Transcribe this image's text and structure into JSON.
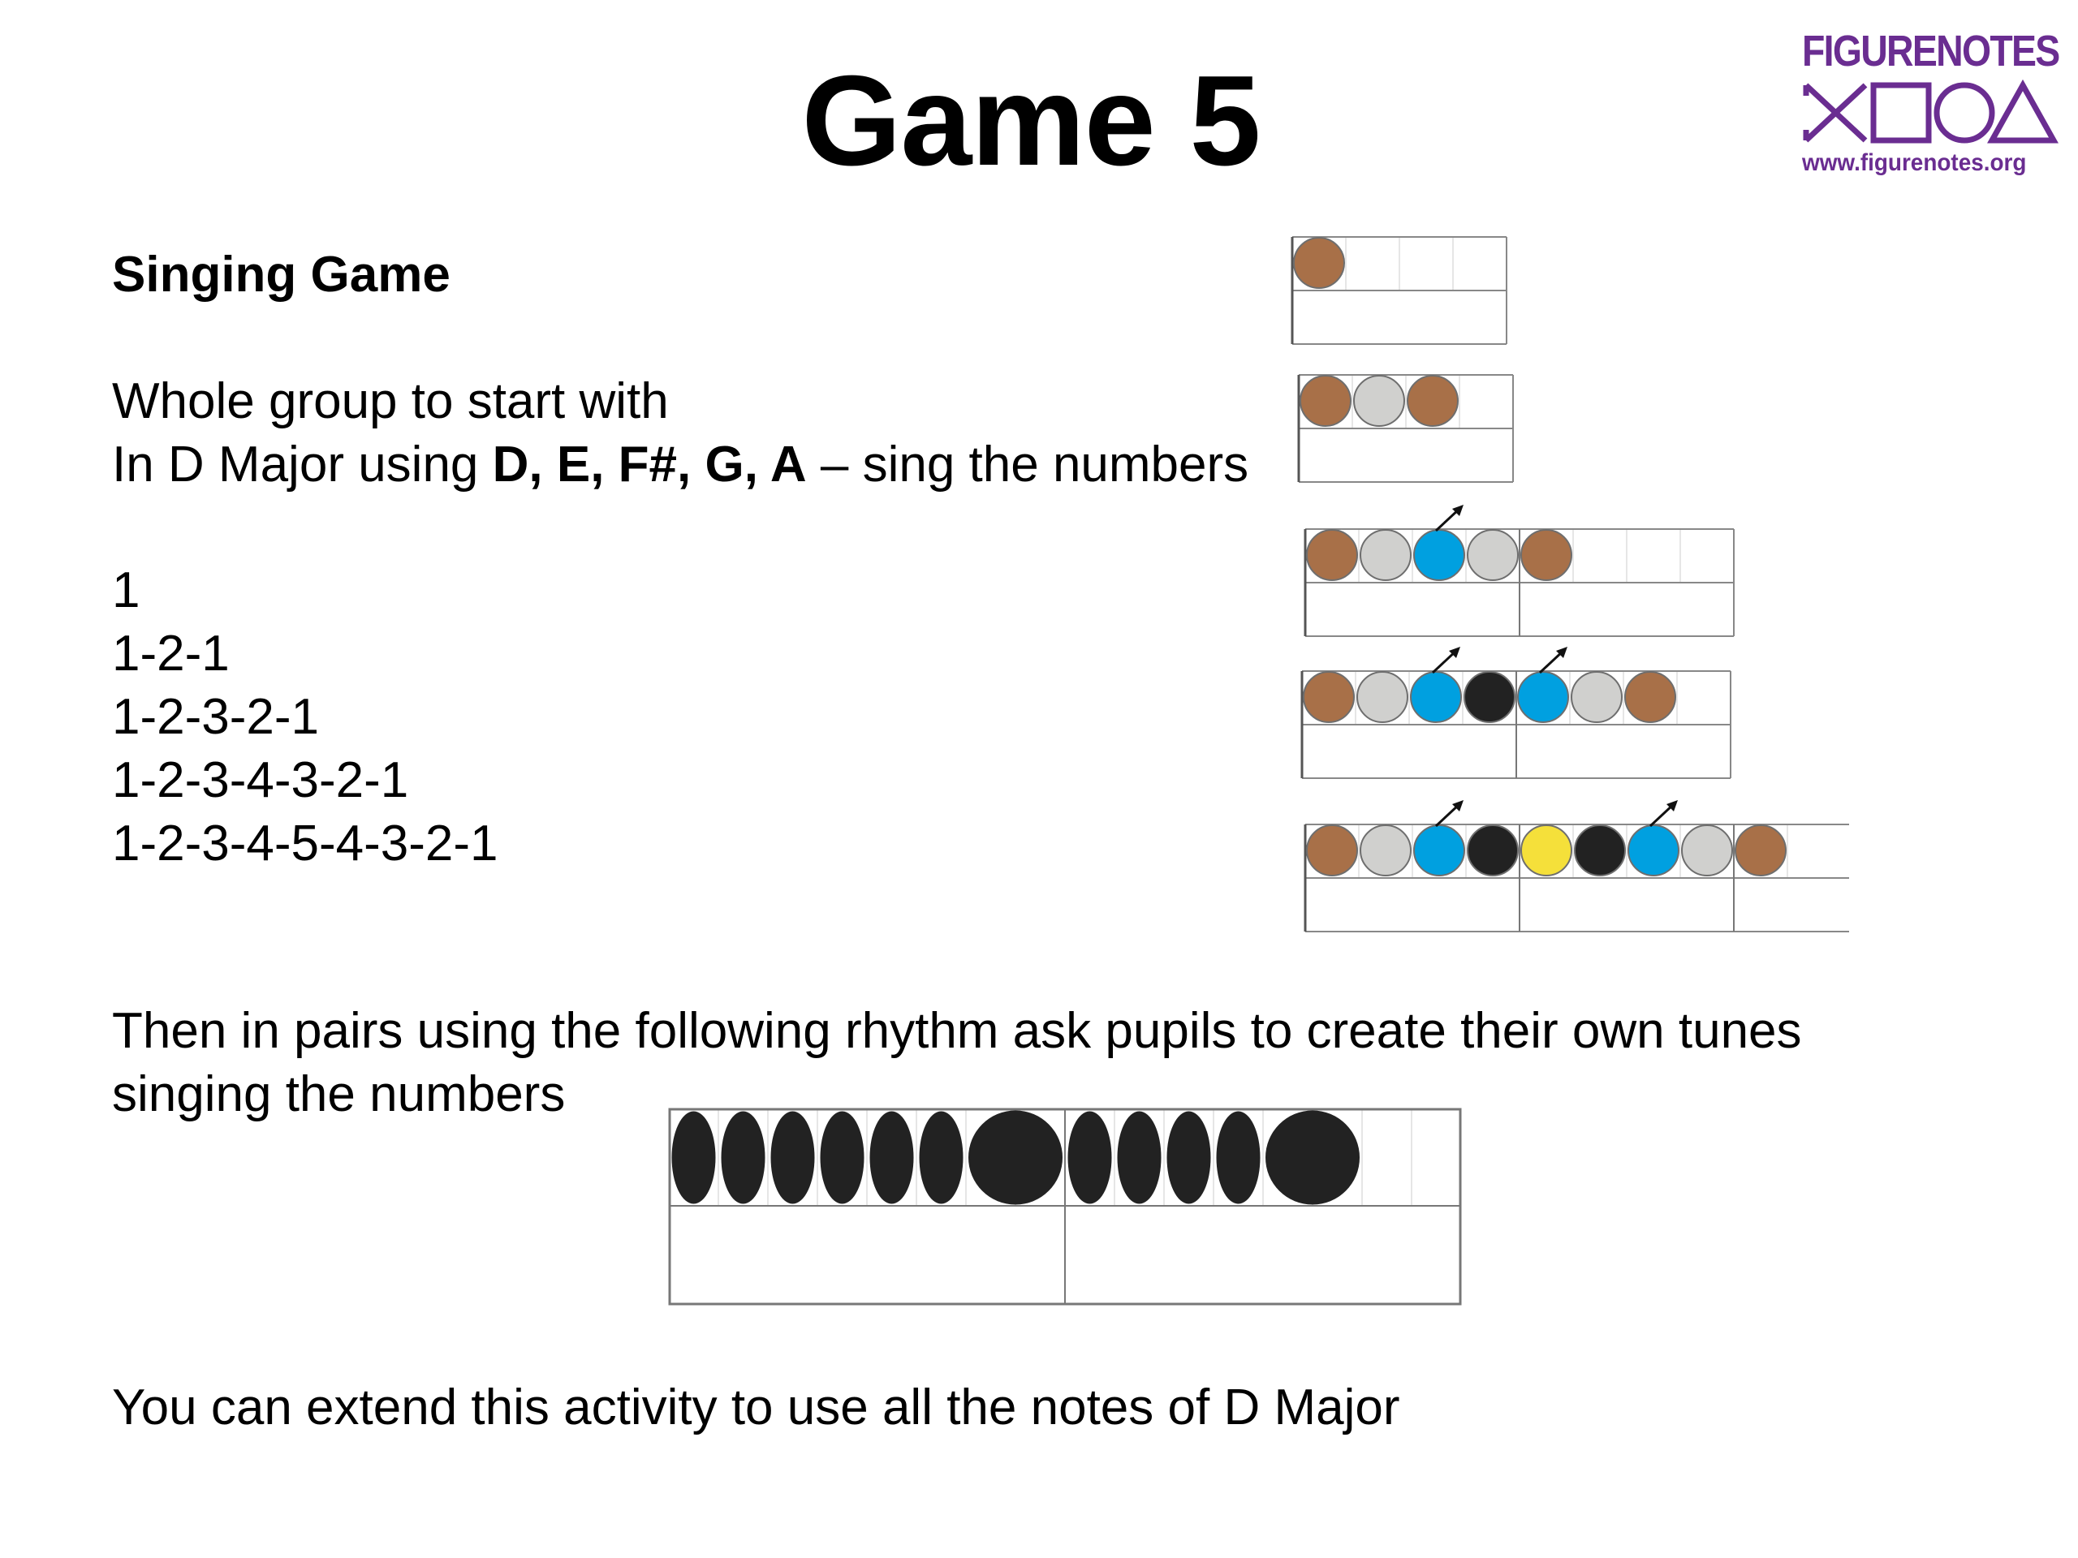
{
  "title": "Game 5",
  "logo": {
    "name": "FIGURENOTES",
    "url": "www.figurenotes.org",
    "color": "#6a2d91"
  },
  "subheading": "Singing Game",
  "intro": {
    "line1": "Whole group to start with",
    "line2_prefix": "In D Major using ",
    "line2_notes": "D, E, F#, G, A",
    "line2_suffix": " – sing the numbers"
  },
  "sequences": [
    "1",
    "1-2-1",
    "1-2-3-2-1",
    "1-2-3-4-3-2-1",
    "1-2-3-4-5-4-3-2-1"
  ],
  "pairs_text": {
    "line1": "Then in pairs using the following rhythm ask pupils to create their own tunes",
    "line2": "singing the numbers"
  },
  "extend_text": "You can extend this activity to use all the notes of D Major",
  "note_colors": {
    "C": "#e03a2f",
    "D": "#a87048",
    "E": "#d0d0ce",
    "F": "#00a0e0",
    "G": "#222222",
    "A": "#f5e03a"
  },
  "sharp_notes": [
    "F"
  ],
  "staffs": [
    {
      "notes": [
        "D"
      ]
    },
    {
      "notes": [
        "D",
        "E",
        "D"
      ]
    },
    {
      "notes": [
        "D",
        "E",
        "F",
        "E",
        "D"
      ]
    },
    {
      "notes": [
        "D",
        "E",
        "F",
        "G",
        "F",
        "E",
        "D"
      ]
    },
    {
      "notes": [
        "D",
        "E",
        "F",
        "G",
        "A",
        "G",
        "F",
        "E",
        "D"
      ]
    }
  ],
  "rhythm": {
    "beats": [
      "short",
      "short",
      "short",
      "short",
      "short",
      "short",
      "long",
      "short",
      "short",
      "short",
      "short",
      "long"
    ],
    "color": "#222222"
  }
}
